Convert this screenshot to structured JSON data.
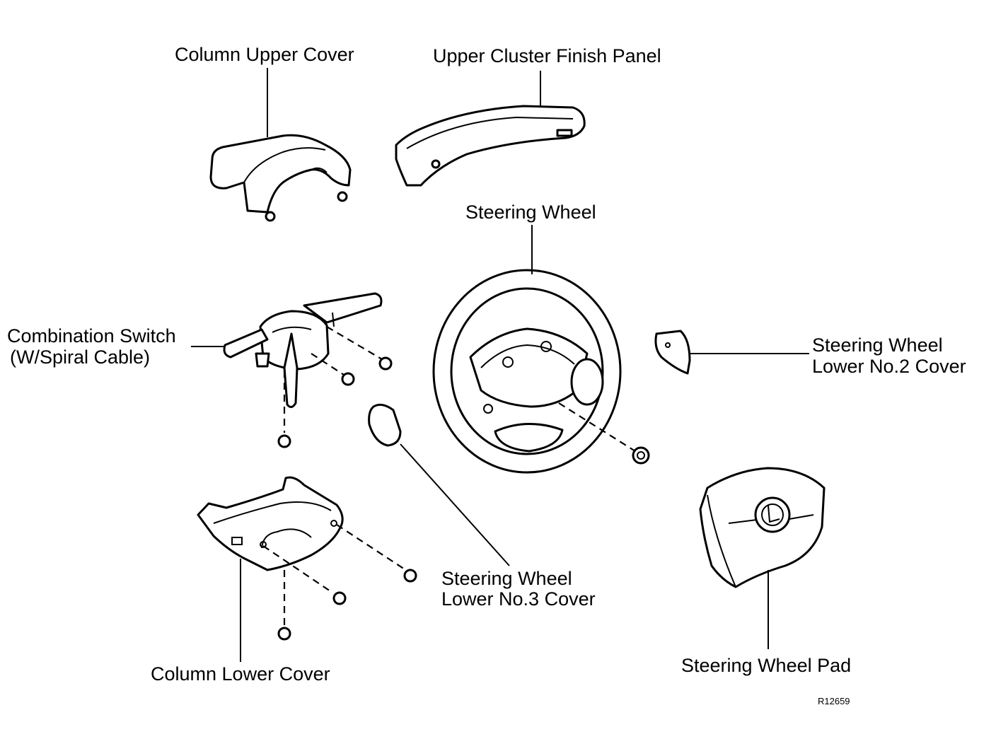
{
  "labels": {
    "column_upper_cover": "Column Upper Cover",
    "upper_cluster_finish_panel": "Upper Cluster Finish Panel",
    "steering_wheel": "Steering Wheel",
    "combination_switch_line1": "Combination Switch",
    "combination_switch_line2": "(W/Spiral Cable)",
    "sw_lower_no2_line1": "Steering Wheel",
    "sw_lower_no2_line2": "Lower No.2 Cover",
    "sw_lower_no3_line1": "Steering Wheel",
    "sw_lower_no3_line2": "Lower No.3 Cover",
    "column_lower_cover": "Column Lower Cover",
    "steering_wheel_pad": "Steering Wheel Pad"
  },
  "figure_code": "R12659"
}
